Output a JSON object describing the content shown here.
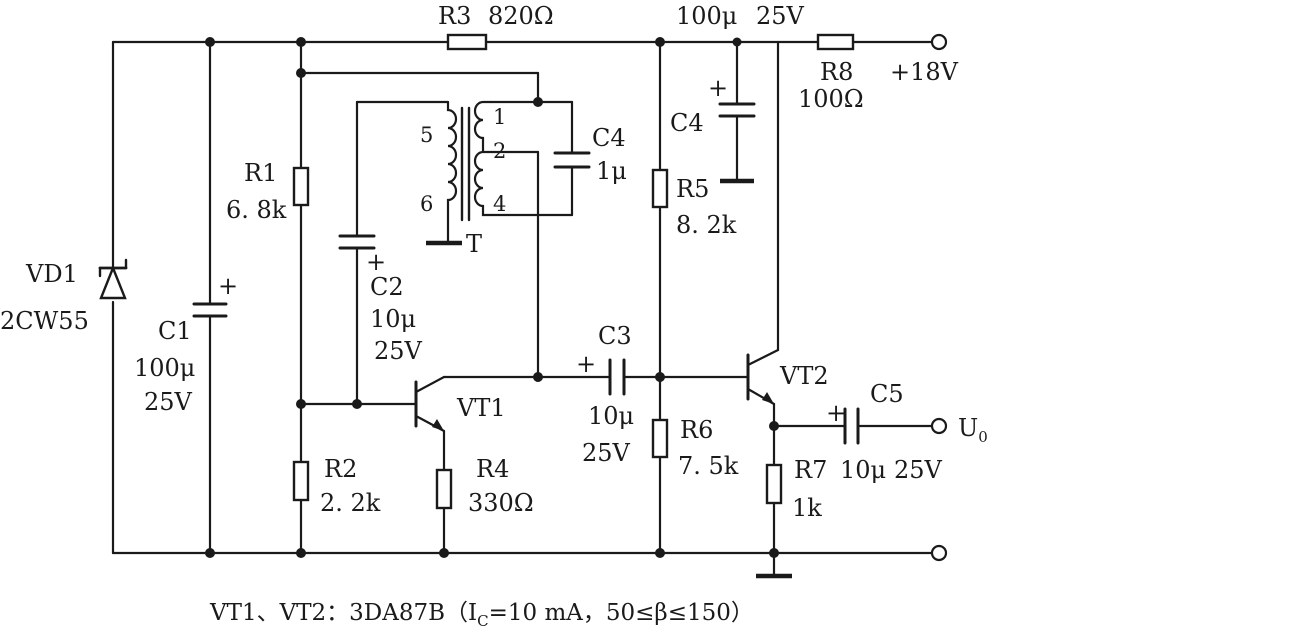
{
  "components": {
    "R1": {
      "name": "R1",
      "value": "6. 8k"
    },
    "R2": {
      "name": "R2",
      "value": "2. 2k"
    },
    "R3": {
      "name": "R3",
      "value": "820Ω"
    },
    "R4": {
      "name": "R4",
      "value": "330Ω"
    },
    "R5": {
      "name": "R5",
      "value": "8. 2k"
    },
    "R6": {
      "name": "R6",
      "value": "7. 5k"
    },
    "R7": {
      "name": "R7",
      "value": "1k"
    },
    "R8": {
      "name": "R8",
      "value": "100Ω"
    },
    "C1": {
      "name": "C1",
      "value": "100μ",
      "voltage": "25V"
    },
    "C2": {
      "name": "C2",
      "value": "10μ",
      "voltage": "25V"
    },
    "C3": {
      "name": "C3",
      "value": "10μ",
      "voltage": "25V"
    },
    "C4a": {
      "name": "C4",
      "value": "100μ",
      "voltage": "25V"
    },
    "C4b": {
      "name": "C4",
      "value": "1μ"
    },
    "C5": {
      "name": "C5",
      "value": "10μ",
      "voltage": "25V"
    },
    "VD1": {
      "name": "VD1",
      "part": "2CW55"
    },
    "VT1": {
      "name": "VT1"
    },
    "VT2": {
      "name": "VT2"
    },
    "T": {
      "name": "T",
      "pins": [
        "5",
        "6",
        "1",
        "2",
        "4"
      ]
    }
  },
  "supply": "+18V",
  "output": "U",
  "output_sub": "0",
  "polarity": "+",
  "caption": {
    "pre": "VT1、VT2：3DA87B（I",
    "sub": "C",
    "post": "=10 mA，50≤β≤150）"
  }
}
